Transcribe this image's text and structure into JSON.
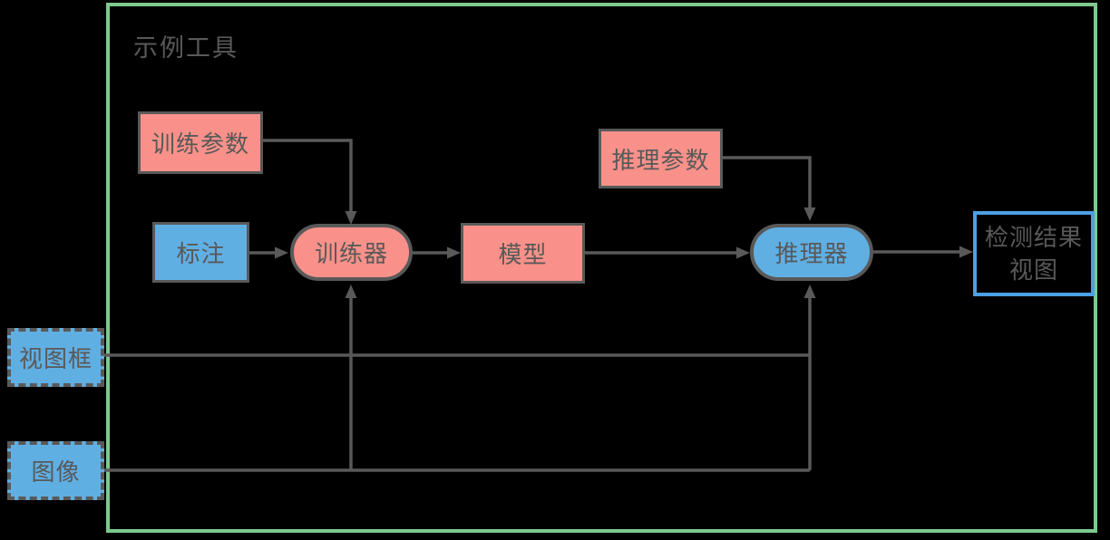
{
  "diagram": {
    "title": "示例工具",
    "type": "flowchart"
  },
  "nodes": {
    "train_params": {
      "label": "训练参数",
      "shape": "rect",
      "fill": "pink"
    },
    "annotation": {
      "label": "标注",
      "shape": "rect",
      "fill": "blue"
    },
    "trainer": {
      "label": "训练器",
      "shape": "stadium",
      "fill": "pink"
    },
    "model": {
      "label": "模型",
      "shape": "rect",
      "fill": "pink"
    },
    "infer_params": {
      "label": "推理参数",
      "shape": "rect",
      "fill": "pink"
    },
    "inferencer": {
      "label": "推理器",
      "shape": "stadium",
      "fill": "blue"
    },
    "result_view": {
      "line1": "检测结果",
      "line2": "视图",
      "shape": "outlined-rect"
    },
    "view_frame": {
      "label": "视图框",
      "shape": "dashed-rect",
      "fill": "blue"
    },
    "image": {
      "label": "图像",
      "shape": "dashed-rect",
      "fill": "blue"
    }
  },
  "edges": [
    {
      "from": "train_params",
      "to": "trainer"
    },
    {
      "from": "annotation",
      "to": "trainer"
    },
    {
      "from": "trainer",
      "to": "model"
    },
    {
      "from": "model",
      "to": "inferencer"
    },
    {
      "from": "infer_params",
      "to": "inferencer"
    },
    {
      "from": "inferencer",
      "to": "result_view"
    },
    {
      "from": "view_frame",
      "to": "trainer"
    },
    {
      "from": "view_frame",
      "to": "inferencer"
    },
    {
      "from": "image",
      "to": "trainer"
    },
    {
      "from": "image",
      "to": "inferencer"
    }
  ],
  "colors": {
    "background": "#000000",
    "container_border": "#7DC98E",
    "node_pink": "#F9918A",
    "node_blue": "#60AFE3",
    "stroke_gray": "#595959",
    "result_view_border": "#4D9FE3"
  }
}
